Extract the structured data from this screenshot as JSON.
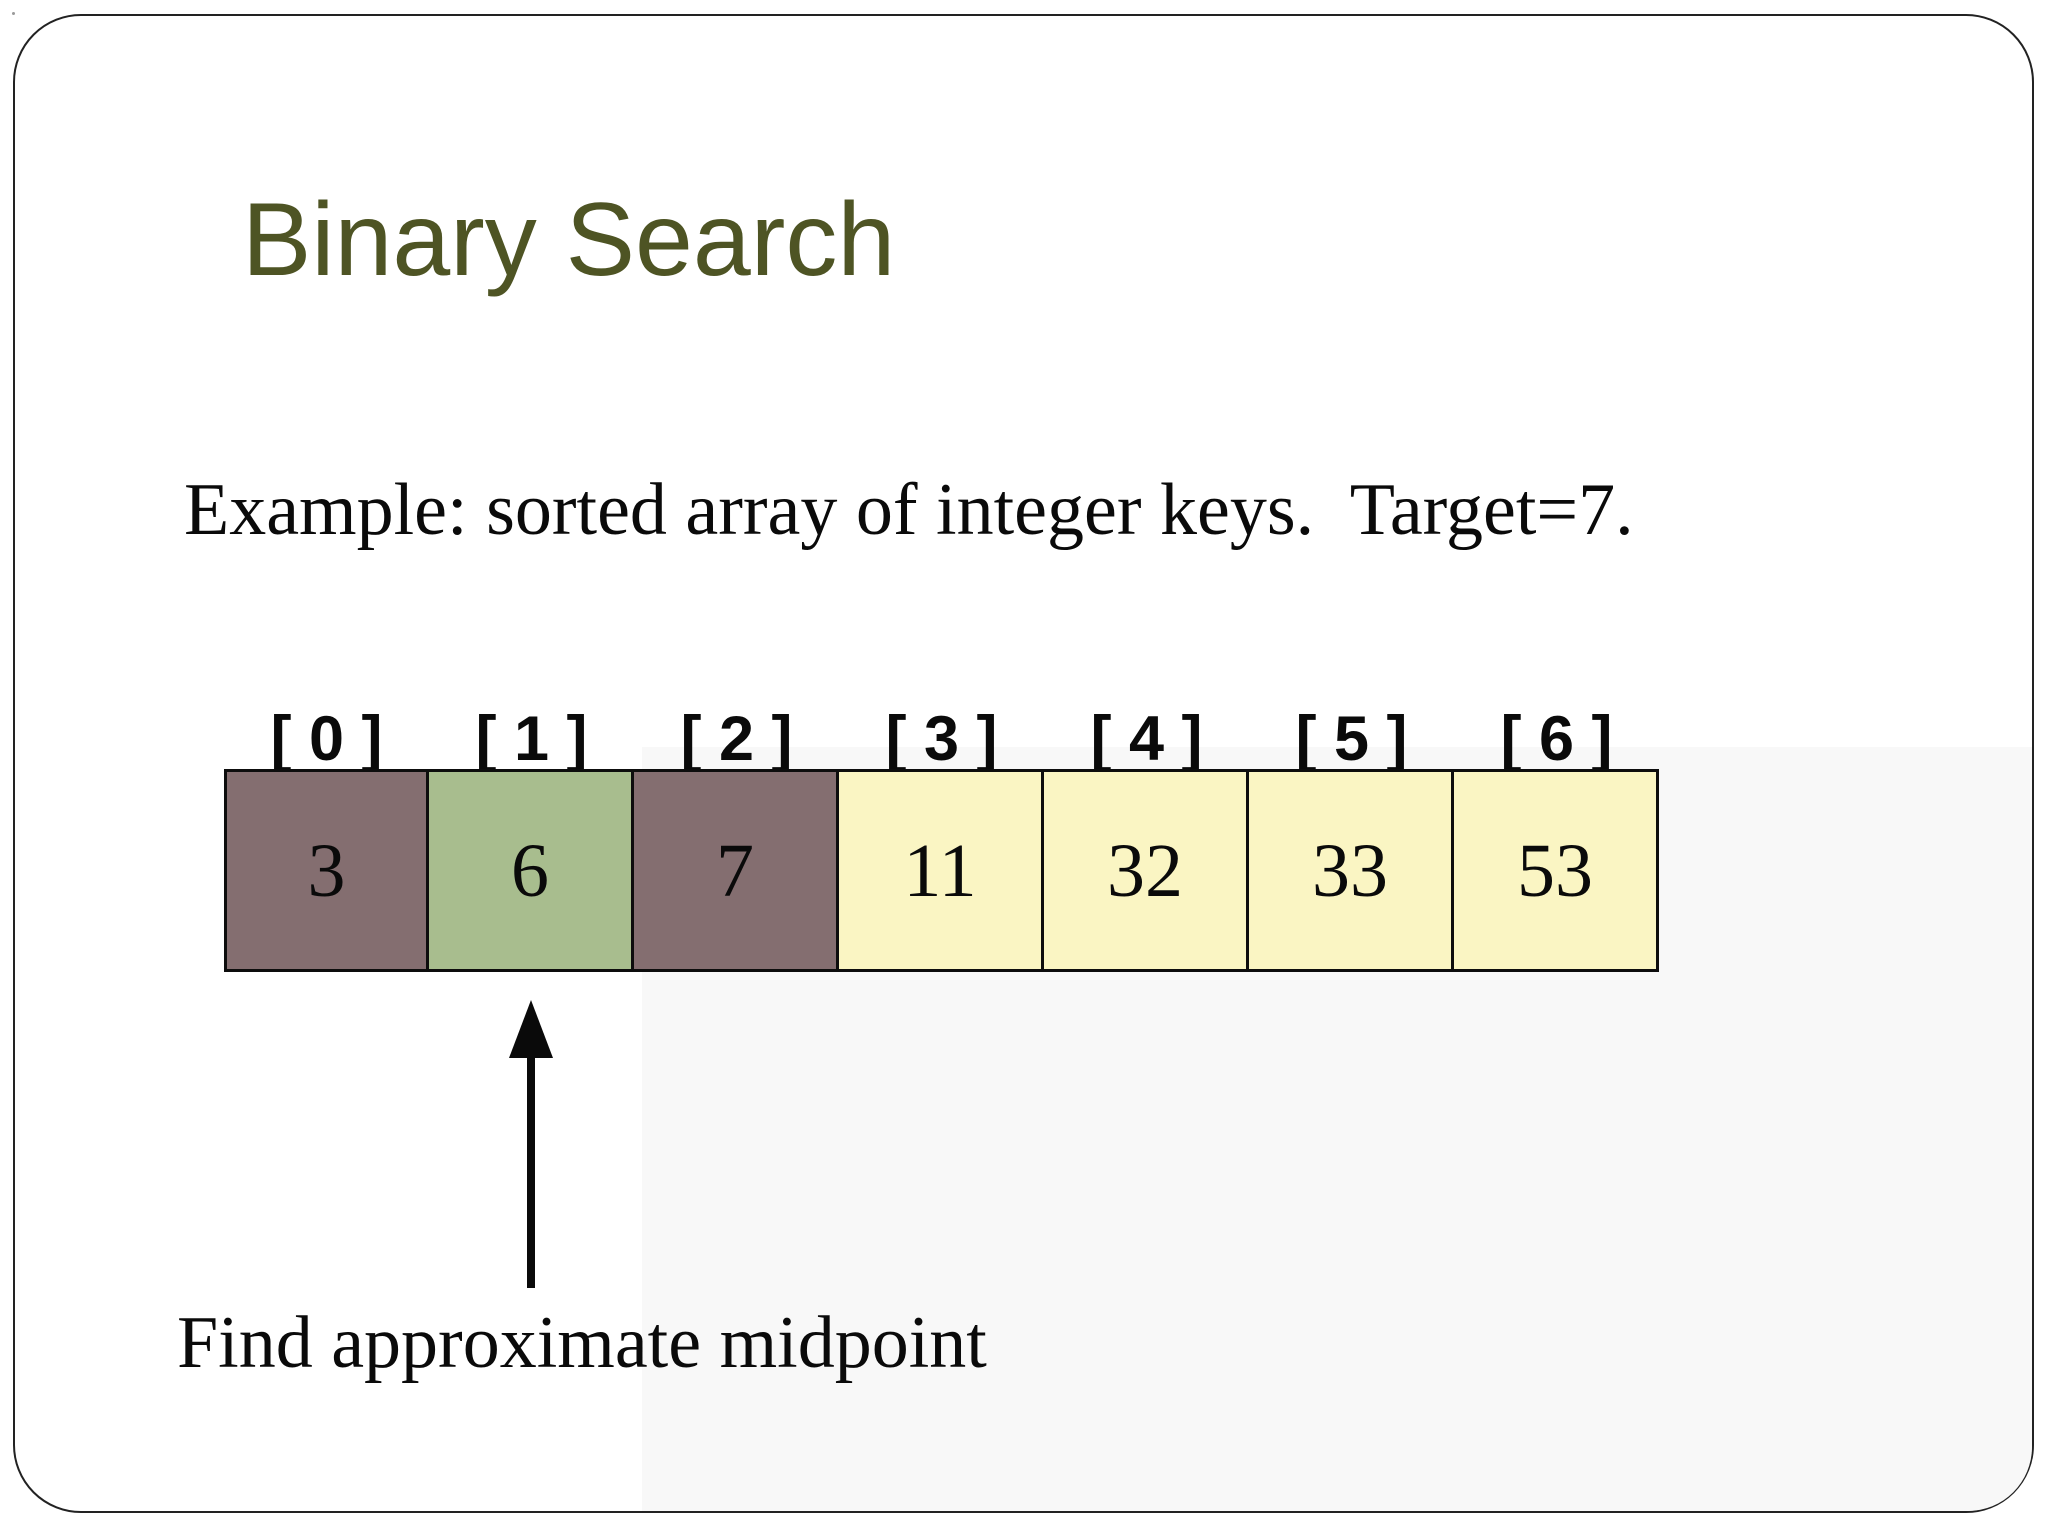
{
  "slide": {
    "title": "Binary Search",
    "body_text": "Example: sorted array of integer keys.  Target=7.",
    "caption": "Find approximate midpoint"
  },
  "array_diagram": {
    "index_labels": [
      "[ 0 ]",
      "[ 1 ]",
      "[ 2 ]",
      "[ 3 ]",
      "[ 4 ]",
      "[ 5 ]",
      "[ 6 ]"
    ],
    "values": [
      "3",
      "6",
      "7",
      "11",
      "32",
      "33",
      "53"
    ],
    "cell_colors": [
      "#846e70",
      "#a8bd8e",
      "#846e70",
      "#faf5c3",
      "#faf5c3",
      "#faf5c3",
      "#faf5c3"
    ],
    "arrow_target_index": 1
  },
  "colors": {
    "title_text": "#4e5424",
    "body_text": "#0a0a0a",
    "slide_border": "#222222",
    "cell_border": "#0d0d0d",
    "eliminated_cell": "#846e70",
    "midpoint_cell": "#a8bd8e",
    "remaining_cell": "#faf5c3",
    "arrow": "#0a0a0a"
  }
}
